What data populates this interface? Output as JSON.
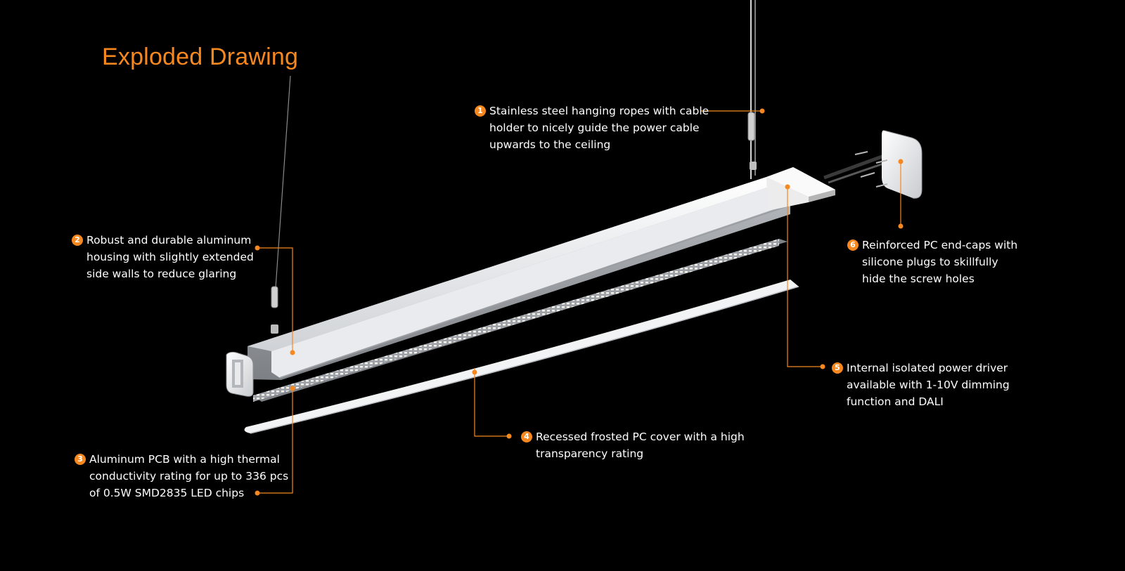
{
  "title": "Exploded Drawing",
  "colors": {
    "accent": "#f7871f",
    "background": "#000000",
    "text": "#ffffff"
  },
  "callouts": [
    {
      "number": "1",
      "lines": [
        "Stainless steel hanging ropes with cable",
        "holder to nicely guide the power cable",
        "upwards to the ceiling"
      ]
    },
    {
      "number": "2",
      "lines": [
        "Robust and durable aluminum",
        "housing with slightly extended",
        "side walls to reduce glaring"
      ]
    },
    {
      "number": "3",
      "lines": [
        "Aluminum PCB with a high thermal",
        "conductivity rating for up to 336 pcs",
        "of 0.5W SMD2835 LED chips"
      ]
    },
    {
      "number": "4",
      "lines": [
        "Recessed frosted PC cover with a high",
        "transparency rating"
      ]
    },
    {
      "number": "5",
      "lines": [
        "Internal isolated power driver",
        "available with 1-10V dimming",
        "function and DALI"
      ]
    },
    {
      "number": "6",
      "lines": [
        "Reinforced PC end-caps with",
        "silicone plugs to skillfully",
        "hide the screw holes"
      ]
    }
  ]
}
